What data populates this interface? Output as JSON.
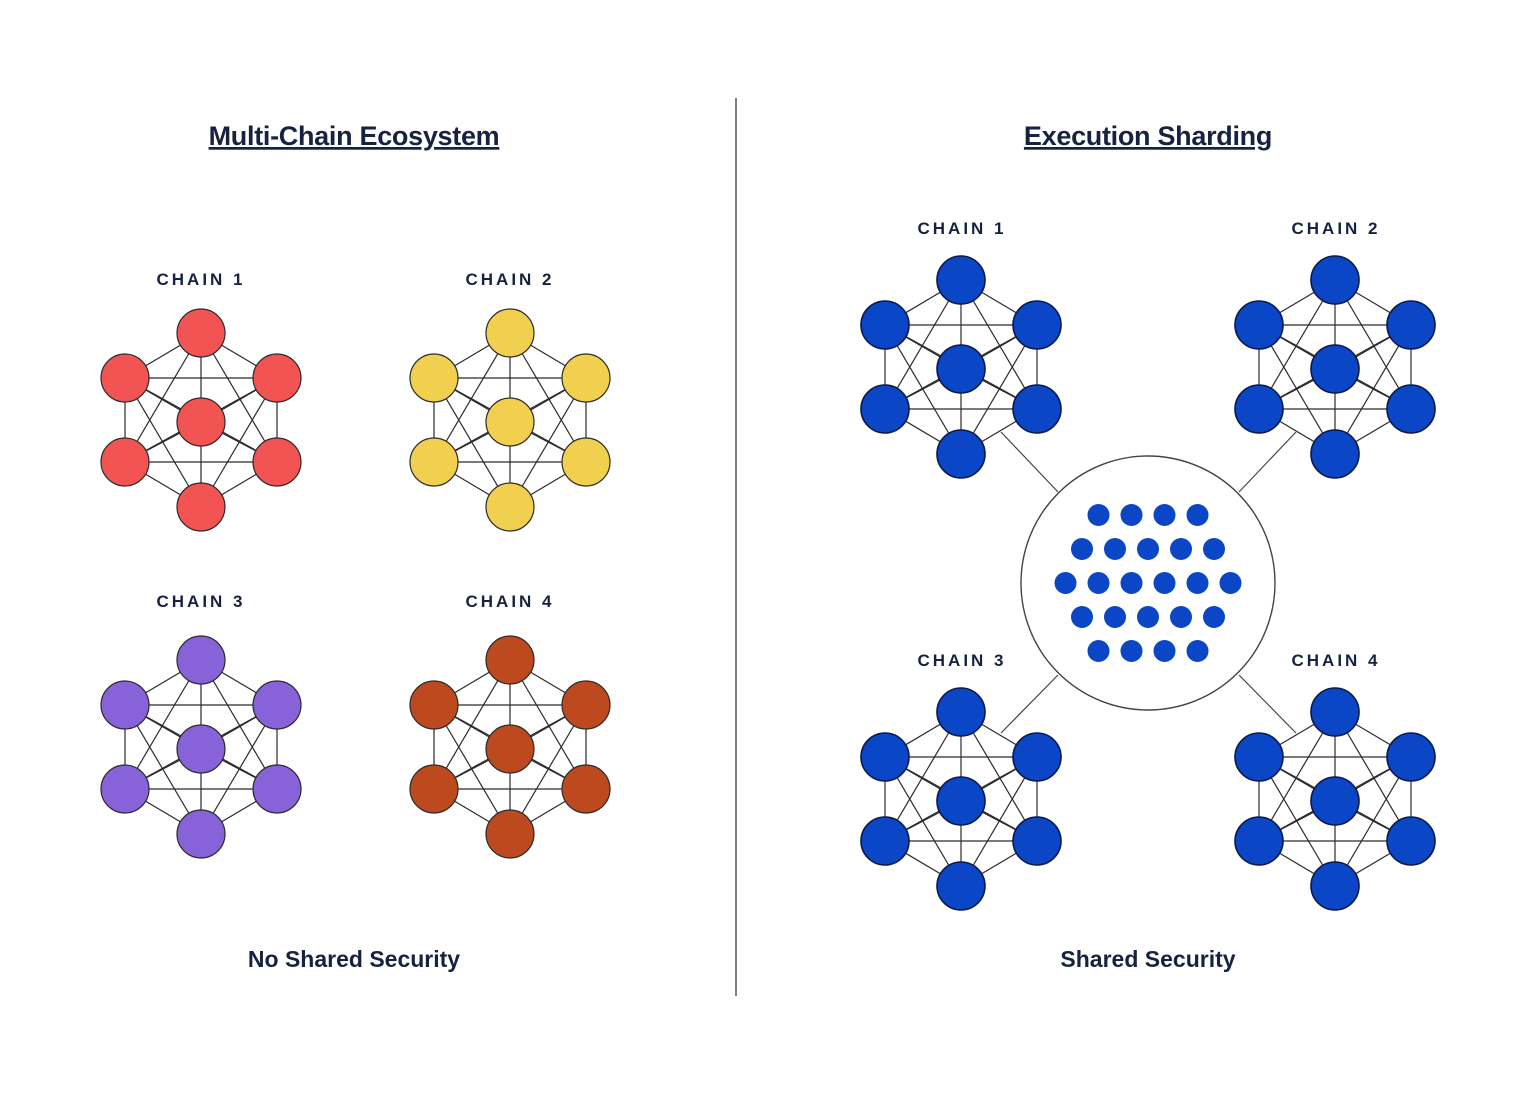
{
  "left_panel": {
    "title": "Multi-Chain Ecosystem",
    "footer": "No Shared Security",
    "chains": [
      {
        "label": "CHAIN 1",
        "color": "#f25454"
      },
      {
        "label": "CHAIN 2",
        "color": "#f0d04e"
      },
      {
        "label": "CHAIN 3",
        "color": "#8862d8"
      },
      {
        "label": "CHAIN 4",
        "color": "#bd4a1f"
      }
    ]
  },
  "right_panel": {
    "title": "Execution Sharding",
    "footer": "Shared Security",
    "chain_color": "#0a46c6",
    "hub_dot_color": "#0a46c6",
    "hub_dot_rows": [
      4,
      5,
      6,
      5,
      4
    ],
    "chains": [
      {
        "label": "CHAIN 1"
      },
      {
        "label": "CHAIN 2"
      },
      {
        "label": "CHAIN 3"
      },
      {
        "label": "CHAIN 4"
      }
    ]
  },
  "divider_color": "#555555"
}
